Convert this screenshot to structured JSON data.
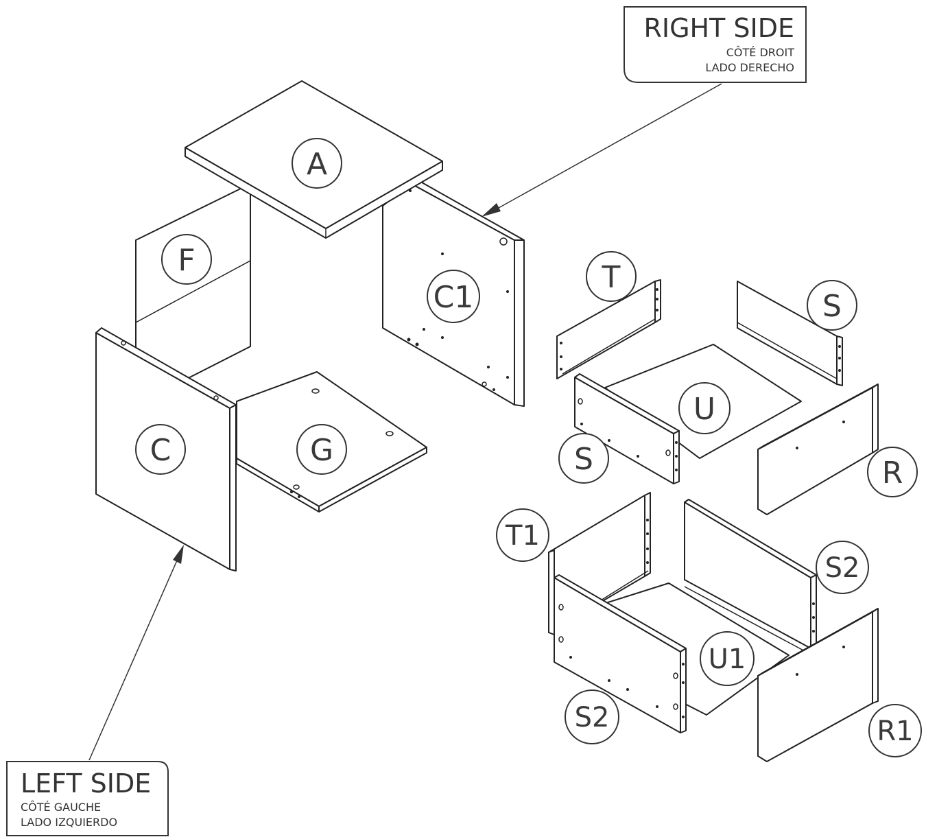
{
  "callouts": {
    "right": {
      "title": "RIGHT SIDE",
      "line1": "CÔTÉ DROIT",
      "line2": "LADO DERECHO"
    },
    "left": {
      "title": "LEFT SIDE",
      "line1": "CÔTÉ GAUCHE",
      "line2": "LADO IZQUIERDO"
    }
  },
  "parts": {
    "A": "A",
    "F": "F",
    "C1": "C1",
    "C": "C",
    "G": "G",
    "T": "T",
    "S_top": "S",
    "U": "U",
    "S_mid": "S",
    "R": "R",
    "T1": "T1",
    "S2_right": "S2",
    "U1": "U1",
    "S2_bottom": "S2",
    "R1": "R1"
  },
  "colors": {
    "line": "#222222",
    "label": "#3a3a3a",
    "background": "#ffffff"
  }
}
